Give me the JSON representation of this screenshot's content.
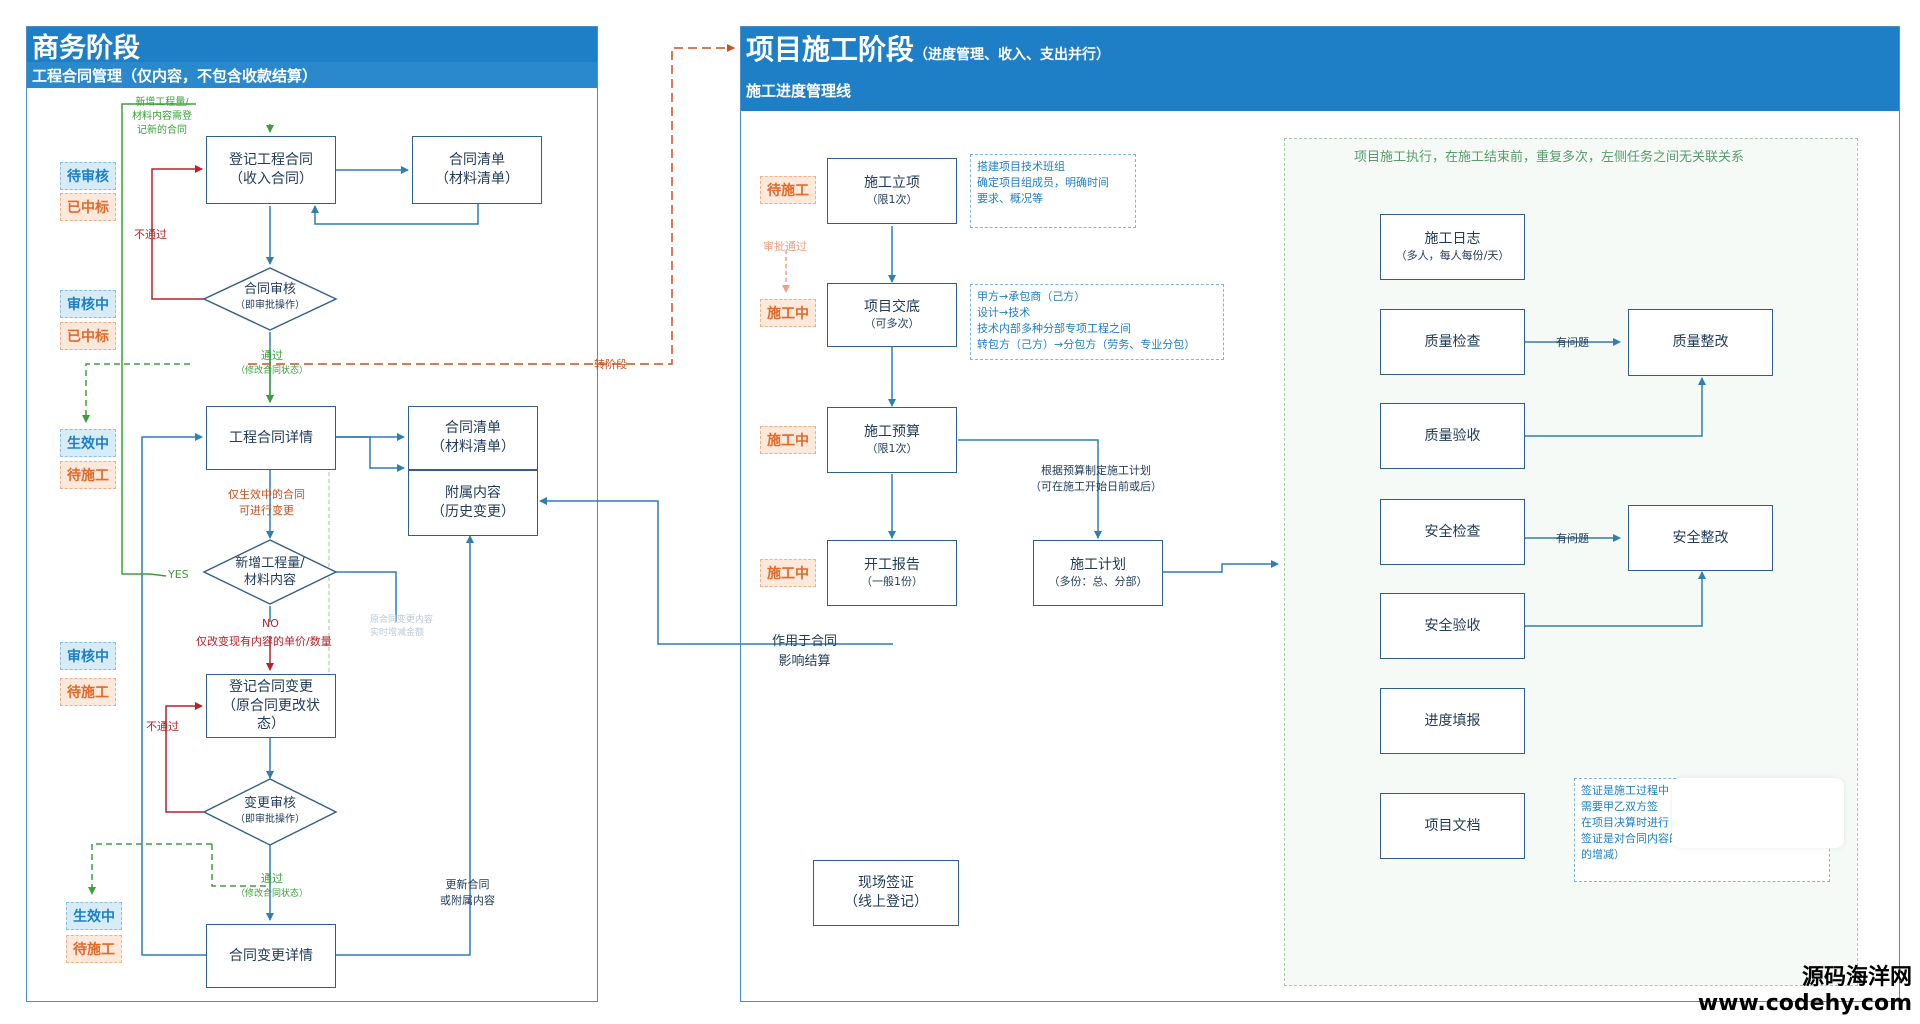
{
  "left": {
    "title": "商务阶段",
    "subtitle": "工程合同管理（仅内容，不包含收款结算）"
  },
  "right": {
    "title": "项目施工阶段",
    "title_note": "（进度管理、收入、支出并行）",
    "subtitle": "施工进度管理线"
  },
  "status_tags": {
    "pending_review": "待审核",
    "won_bid": "已中标",
    "reviewing": "审核中",
    "effective": "生效中",
    "pending_construction": "待施工",
    "under_construction": "施工中"
  },
  "contract_flow": {
    "register_contract": {
      "title": "登记工程合同",
      "sub": "（收入合同）"
    },
    "contract_list_1": {
      "title": "合同清单",
      "sub": "（材料清单）"
    },
    "contract_review": {
      "title": "合同审核",
      "sub": "（即审批操作）"
    },
    "contract_detail": {
      "title": "工程合同详情"
    },
    "contract_list_2": {
      "title": "合同清单",
      "sub": "（材料清单）"
    },
    "attachment": {
      "title": "附属内容",
      "sub": "（历史变更）"
    },
    "add_material": {
      "title": "新增工程量/",
      "sub": "材料内容"
    },
    "register_change": {
      "title": "登记合同变更",
      "sub": "（原合同更改状",
      "sub2": "态）"
    },
    "change_review": {
      "title": "变更审核",
      "sub": "（即审批操作）"
    },
    "change_detail": {
      "title": "合同变更详情"
    }
  },
  "contract_labels": {
    "new_material_note_1": "新增工程量/",
    "new_material_note_2": "材料内容需登",
    "new_material_note_3": "记新的合同",
    "not_pass_1": "不通过",
    "pass_1": "通过",
    "pass_1_sub": "（修改合同状态）",
    "to_stage": "转阶段",
    "only_effective_1": "仅生效中的合同",
    "only_effective_2": "可进行变更",
    "yes": "YES",
    "no": "NO",
    "only_change_existing": "仅改变现有内容的单价/数量",
    "faded_note_1": "原合同变更内容",
    "faded_note_2": "实时增减金额",
    "not_pass_2": "不通过",
    "pass_2": "通过",
    "pass_2_sub": "（修改合同状态）",
    "update_contract_1": "更新合同",
    "update_contract_2": "或附属内容"
  },
  "construction_flow": {
    "project_setup": {
      "title": "施工立项",
      "sub": "（限1次）"
    },
    "project_handover": {
      "title": "项目交底",
      "sub": "（可多次）"
    },
    "construction_budget": {
      "title": "施工预算",
      "sub": "（限1次）"
    },
    "start_report": {
      "title": "开工报告",
      "sub": "（一般1份）"
    },
    "construction_plan": {
      "title": "施工计划",
      "sub": "（多份：总、分部）"
    },
    "site_visa": {
      "title": "现场签证",
      "sub": "（线上登记）"
    }
  },
  "construction_labels": {
    "approval_pass": "审批通过",
    "plan_note_1": "根据预算制定施工计划",
    "plan_note_2": "（可在施工开始日前或后）",
    "affect_settlement_1": "作用于合同",
    "affect_settlement_2": "影响结算",
    "exec_zone_title": "项目施工执行，在施工结束前，重复多次，左侧任务之间无关联关系",
    "has_problem_1": "有问题",
    "has_problem_2": "有问题"
  },
  "notes": {
    "setup_note": [
      "搭建项目技术班组",
      "确定项目组成员，明确时间",
      "要求、概况等"
    ],
    "handover_note": [
      "甲方→承包商（己方）",
      "设计→技术",
      "技术内部多种分部专项工程之间",
      "转包方（己方）→分包方（劳务、专业分包）"
    ],
    "visa_note": [
      "签证是施工过程中",
      "需要甲乙双方签",
      "在项目决算时进行",
      "签证是对合同内容的变更（设计、数量、金额",
      "的增减）"
    ]
  },
  "exec_tasks": {
    "construction_log": {
      "title": "施工日志",
      "sub": "（多人，每人每份/天）"
    },
    "quality_check": {
      "title": "质量检查"
    },
    "quality_fix": {
      "title": "质量整改"
    },
    "quality_accept": {
      "title": "质量验收"
    },
    "safety_check": {
      "title": "安全检查"
    },
    "safety_fix": {
      "title": "安全整改"
    },
    "safety_accept": {
      "title": "安全验收"
    },
    "progress_report": {
      "title": "进度填报"
    },
    "project_docs": {
      "title": "项目文档"
    }
  },
  "watermark": {
    "line1": "源码海洋网",
    "line2": "www.codehy.com"
  },
  "colors": {
    "header_blue": "#1e7fc6",
    "line_blue": "#2f7fb0",
    "line_red": "#b5242a",
    "line_green": "#3aa13a",
    "tag_orange": "#e06a2a",
    "stage_orange": "#c8501e"
  }
}
